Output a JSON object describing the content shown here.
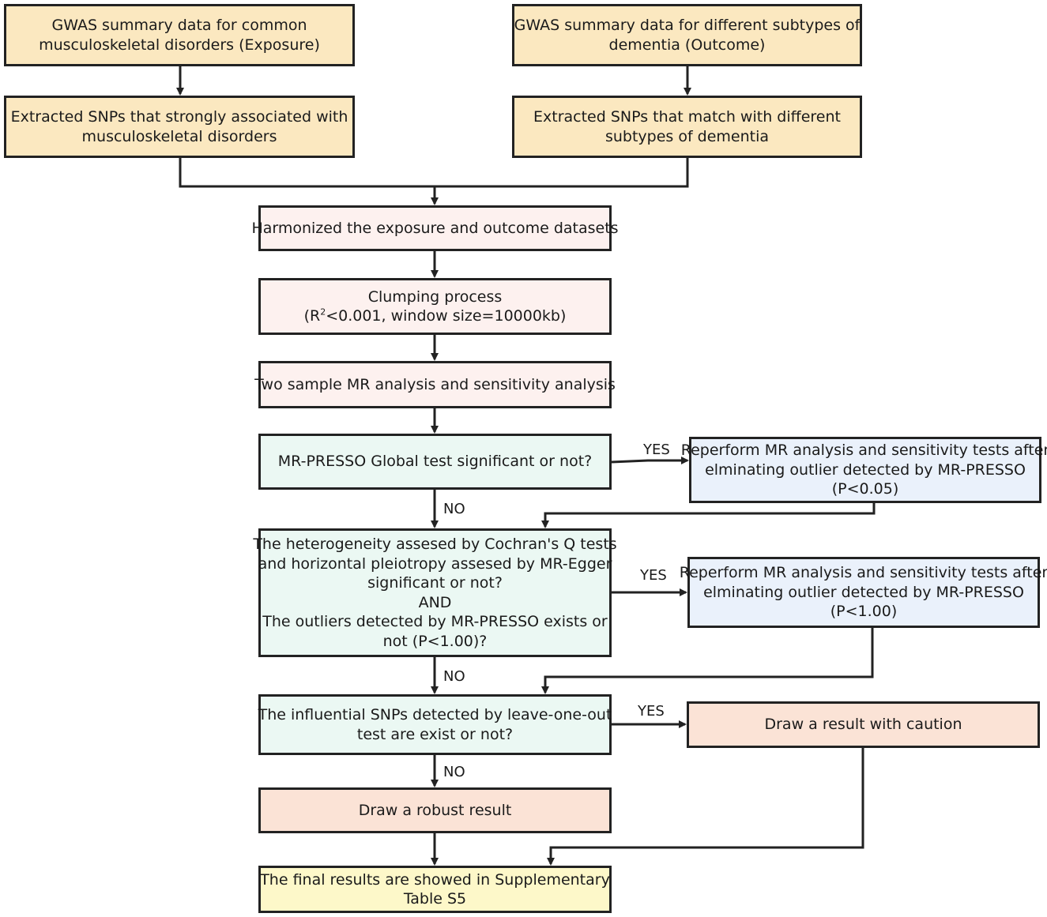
{
  "boxes": {
    "exposure_gwas": [
      "GWAS summary data for common",
      "musculoskeletal disorders (Exposure)"
    ],
    "outcome_gwas": [
      "GWAS summary data for different subtypes of",
      "dementia (Outcome)"
    ],
    "exposure_snps": [
      "Extracted SNPs that strongly associated with",
      "musculoskeletal disorders"
    ],
    "outcome_snps": [
      "Extracted SNPs that match with different",
      "subtypes of dementia"
    ],
    "harmonize": [
      "Harmonized the exposure and outcome datasets"
    ],
    "clumping": {
      "line1": "Clumping process",
      "line2_pre": "(R",
      "line2_sup": "2",
      "line2_post": "<0.001, window size=10000kb)"
    },
    "mr_analysis": [
      "Two sample MR analysis and sensitivity analysis"
    ],
    "presso_global": [
      "MR-PRESSO Global test significant or not?"
    ],
    "reperform_1": [
      "Reperform MR analysis and sensitivity tests after",
      "elminating outlier detected by MR-PRESSO",
      "(P<0.05)"
    ],
    "heterogeneity": [
      "The heterogeneity assesed by Cochran's Q tests",
      "and horizontal pleiotropy assesed by MR-Egger",
      "significant or not?",
      "AND",
      "The outliers detected by MR-PRESSO exists or",
      "not (P<1.00)?"
    ],
    "reperform_2": [
      "Reperform MR analysis and sensitivity tests after",
      "elminating outlier detected by MR-PRESSO",
      "(P<1.00)"
    ],
    "influential": [
      "The influential SNPs detected by leave-one-out",
      "test are exist or not?"
    ],
    "caution": [
      "Draw a result with caution"
    ],
    "robust": [
      "Draw a robust result"
    ],
    "final": [
      "The final results are showed in Supplementary",
      "Table S5"
    ]
  },
  "labels": {
    "yes_1": "YES",
    "no_1": "NO",
    "yes_2": "YES",
    "no_2": "NO",
    "yes_3": "YES",
    "no_3": "NO"
  },
  "colors": {
    "gwas": "#fbe8c0",
    "process": "#fdf1ef",
    "decision": "#ebf8f3",
    "reperform": "#eaf1fb",
    "result": "#fbe3d6",
    "final": "#fdf8c9",
    "line": "#222222"
  }
}
